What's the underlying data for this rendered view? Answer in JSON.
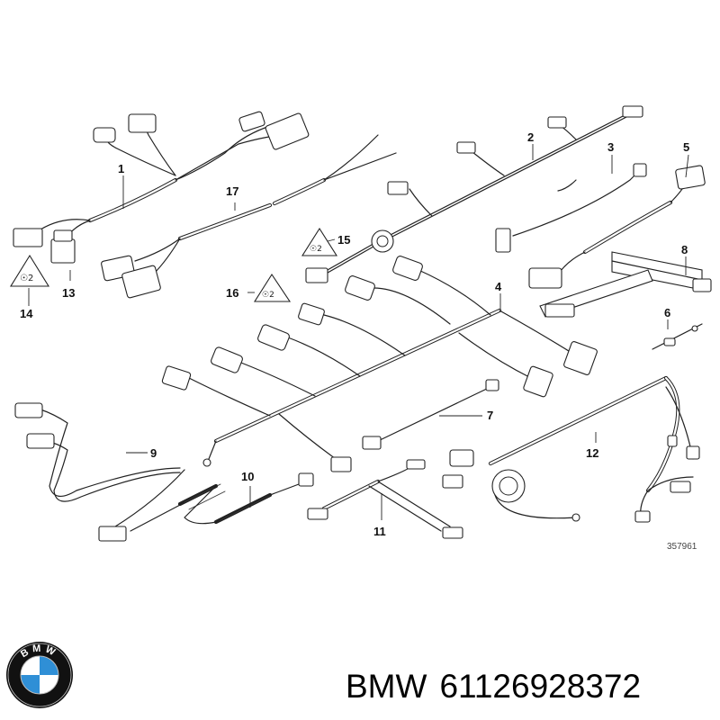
{
  "diagram": {
    "callouts": [
      "1",
      "2",
      "3",
      "4",
      "5",
      "6",
      "7",
      "8",
      "9",
      "10",
      "11",
      "12",
      "13",
      "14",
      "15",
      "16",
      "17"
    ],
    "reference": "357961"
  },
  "logo": {
    "letters": "BMW",
    "colors": {
      "ring": "#111111",
      "blue": "#2f8fd6",
      "white": "#ffffff"
    }
  },
  "caption": {
    "brand": "BMW",
    "part_number": "61126928372"
  }
}
